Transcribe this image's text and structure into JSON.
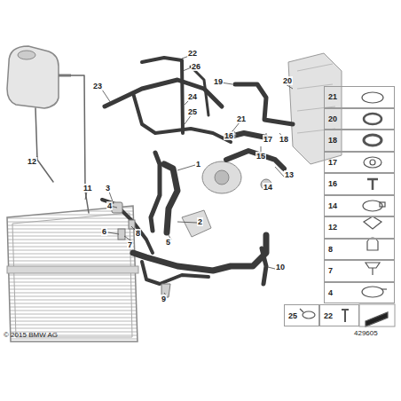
{
  "diagram": {
    "nodes": [
      {
        "text": [
          "21"
        ]
      },
      {
        "text": [
          "20"
        ]
      },
      {
        "text": [
          "18"
        ]
      },
      {
        "text": [
          "17"
        ]
      },
      {
        "text": [
          "16"
        ]
      },
      {
        "text": [
          "14"
        ]
      },
      {
        "text": [
          "12"
        ]
      },
      {
        "text": [
          "8"
        ]
      },
      {
        "text": [
          "7"
        ]
      },
      {
        "text": [
          "4"
        ]
      },
      {
        "text": [
          "25"
        ]
      },
      {
        "text": [
          "22"
        ]
      }
    ],
    "labels": [
      "22",
      "26",
      "19",
      "20",
      "23",
      "24",
      "25",
      "21",
      "16",
      "17",
      "18",
      "15",
      "12",
      "1",
      "13",
      "14",
      "11",
      "3",
      "4",
      "2",
      "6",
      "8",
      "7",
      "5",
      "10",
      "9",
      "© 2015 BMW AG",
      "429605"
    ]
  }
}
